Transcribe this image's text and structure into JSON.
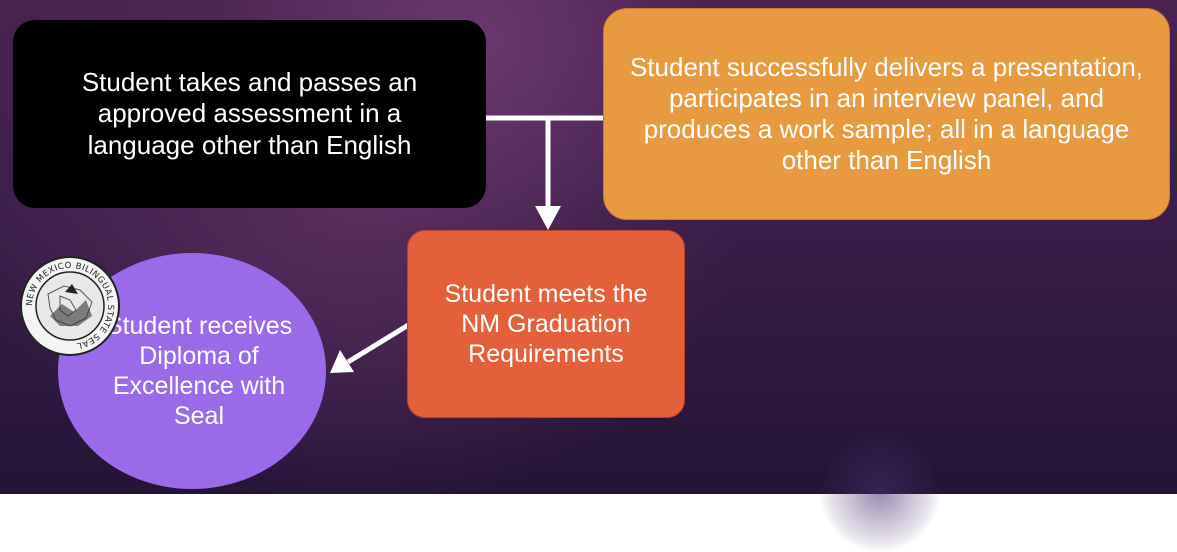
{
  "nodes": {
    "assessment": {
      "text": "Student takes and passes an approved assessment in a language other than English"
    },
    "presentation": {
      "text": "Student successfully delivers a presentation, participates in an interview panel, and produces a work sample; all in a language other than English"
    },
    "graduation": {
      "text": "Student meets the NM Graduation Requirements"
    },
    "diploma": {
      "text": "Student receives Diploma of Excellence with Seal"
    }
  },
  "seal": {
    "text": "NEW MEXICO BILINGUAL STATE SEAL"
  },
  "colors": {
    "background": "#3a1d4a",
    "assessment_box": "#000000",
    "presentation_box": "#e89a40",
    "graduation_box": "#e3603a",
    "diploma_circle": "#9b6ae8",
    "connector": "#ffffff"
  }
}
